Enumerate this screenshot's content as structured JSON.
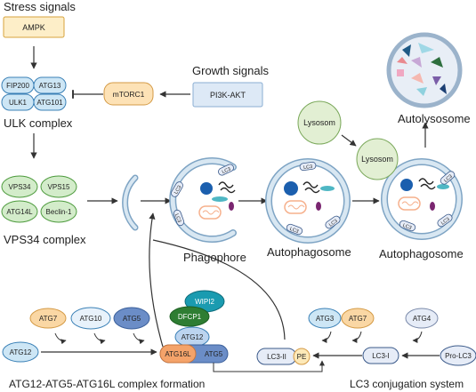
{
  "labels": {
    "stress_signals": "Stress signals",
    "growth_signals": "Growth signals",
    "ulk_complex": "ULK complex",
    "vps34_complex": "VPS34 complex",
    "phagophore": "Phagophore",
    "autophagosome_1": "Autophagosome",
    "autophagosome_2": "Autophagosome",
    "autolysosome": "Autolysosome",
    "atg_complex_formation": "ATG12-ATG5-ATG16L complex formation",
    "lc3_conjugation": "LC3 conjugation system"
  },
  "boxes": {
    "ampk": "AMPK",
    "pi3k_akt": "PI3K-AKT",
    "mtorc1": "mTORC1"
  },
  "ulk": {
    "fip200": "FIP200",
    "atg13": "ATG13",
    "ulk1": "ULK1",
    "atg101": "ATG101"
  },
  "vps34": {
    "vps34": "VPS34",
    "vps15": "VPS15",
    "atg14l": "ATG14L",
    "beclin1": "Beclin-1"
  },
  "lysosome": {
    "l1": "Lysosom",
    "l2": "Lysosom"
  },
  "lc3_tag": "LC3",
  "atg_pathway": {
    "atg7": "ATG7",
    "atg10": "ATG10",
    "atg5": "ATG5",
    "atg12": "ATG12",
    "wipi2": "WIPI2",
    "dfcp1": "DFCP1",
    "atg12_complex": "ATG12",
    "atg16l": "ATG16L",
    "atg5_complex": "ATG5"
  },
  "lc3_pathway": {
    "atg3": "ATG3",
    "atg7": "ATG7",
    "atg4": "ATG4",
    "lc3_ii": "LC3-II",
    "pe": "PE",
    "lc3_i": "LC3-I",
    "pro_lc3": "Pro-LC3"
  },
  "colors": {
    "ulk_fill": "#cde6f5",
    "ulk_stroke": "#3a80b6",
    "vps_fill": "#d3ecca",
    "vps_stroke": "#4c9a3c",
    "ampk_fill": "#fdeec8",
    "ampk_stroke": "#d7a33c",
    "pi3k_fill": "#dde9f6",
    "pi3k_stroke": "#8aaed3",
    "mtorc1_fill": "#fde2b6",
    "mtorc1_stroke": "#d49a45",
    "lysosome_fill": "#e2efd3",
    "lysosome_stroke": "#7aa85a",
    "vesicle_fill": "#d8e7f2",
    "vesicle_stroke": "#7ea4c4",
    "nucleus": "#1b5fae",
    "mito": "#f6b08c",
    "purple": "#7a2670",
    "teal": "#4fb7c4",
    "wipi2": "#1a9bb0",
    "dfcp1": "#2e7d32",
    "atg7_a": "#fad7a4",
    "atg10_a": "#e8f2fb",
    "atg5_a": "#6b8dc7",
    "atg16l": "#f4a36a",
    "atg12": "#bcd4ef",
    "lc3_pale": "#e6ecf7",
    "pe": "#fde9b8"
  }
}
